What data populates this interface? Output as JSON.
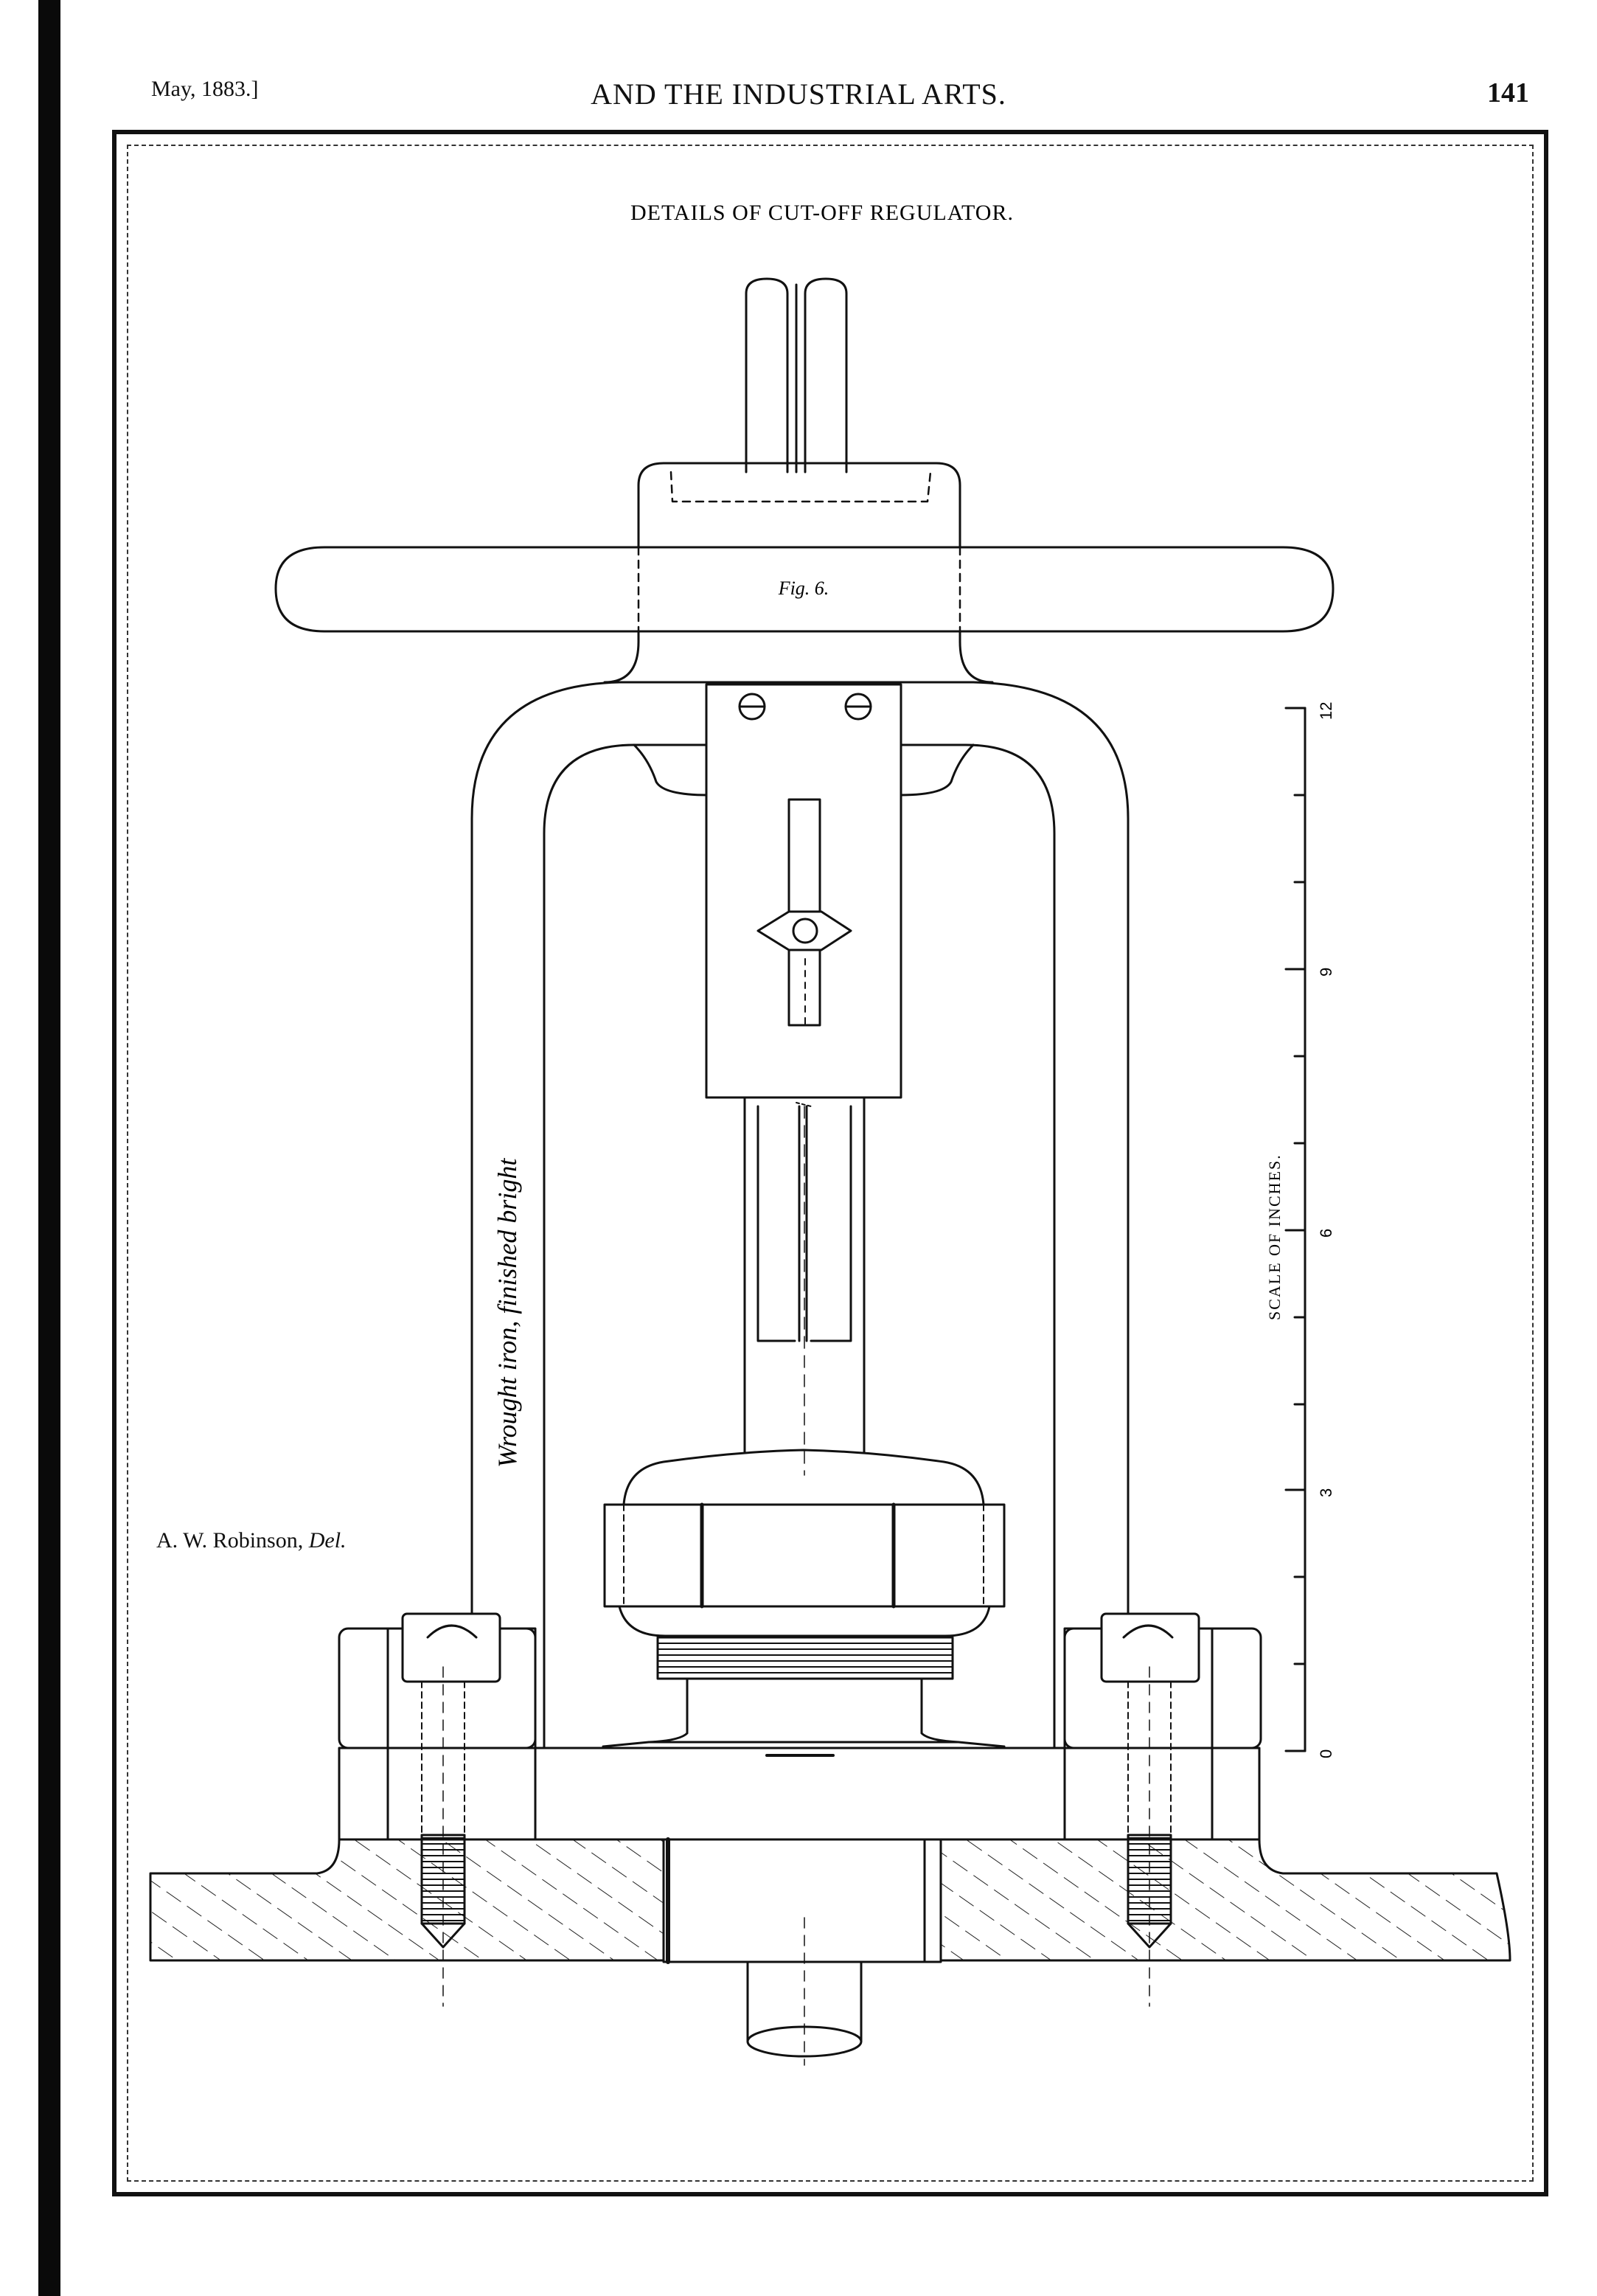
{
  "header": {
    "left": "May, 1883.]",
    "center": "AND THE INDUSTRIAL ARTS.",
    "right": "141"
  },
  "plate": {
    "title": "DETAILS OF CUT-OFF REGULATOR.",
    "figure_label": "Fig. 6.",
    "material_note": "Wrought iron, finished bright",
    "credit_name": "A. W. Robinson,",
    "credit_suffix": "Del."
  },
  "scale": {
    "label": "SCALE OF INCHES.",
    "ticks": [
      "0",
      "3",
      "6",
      "9",
      "12"
    ]
  }
}
